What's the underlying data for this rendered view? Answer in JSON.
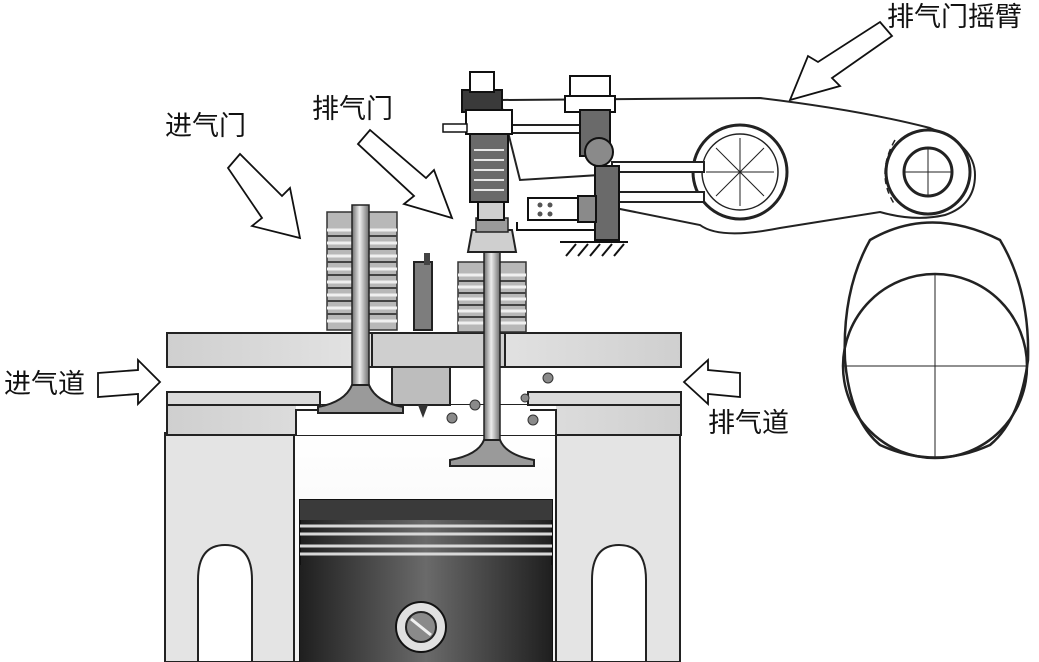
{
  "labels": {
    "intake_valve": "进气门",
    "exhaust_valve": "排气门",
    "exhaust_rocker_arm": "排气门摇臂",
    "intake_port": "进气道",
    "exhaust_port": "排气道"
  },
  "colors": {
    "outline": "#222222",
    "head_fill": "#c8c8c8",
    "block_fill": "#e2e2e2",
    "valve_fill": "#a0a0a0",
    "piston_dark": "#2a2a2a",
    "piston_mid": "#5a5a5a",
    "background": "#ffffff"
  }
}
